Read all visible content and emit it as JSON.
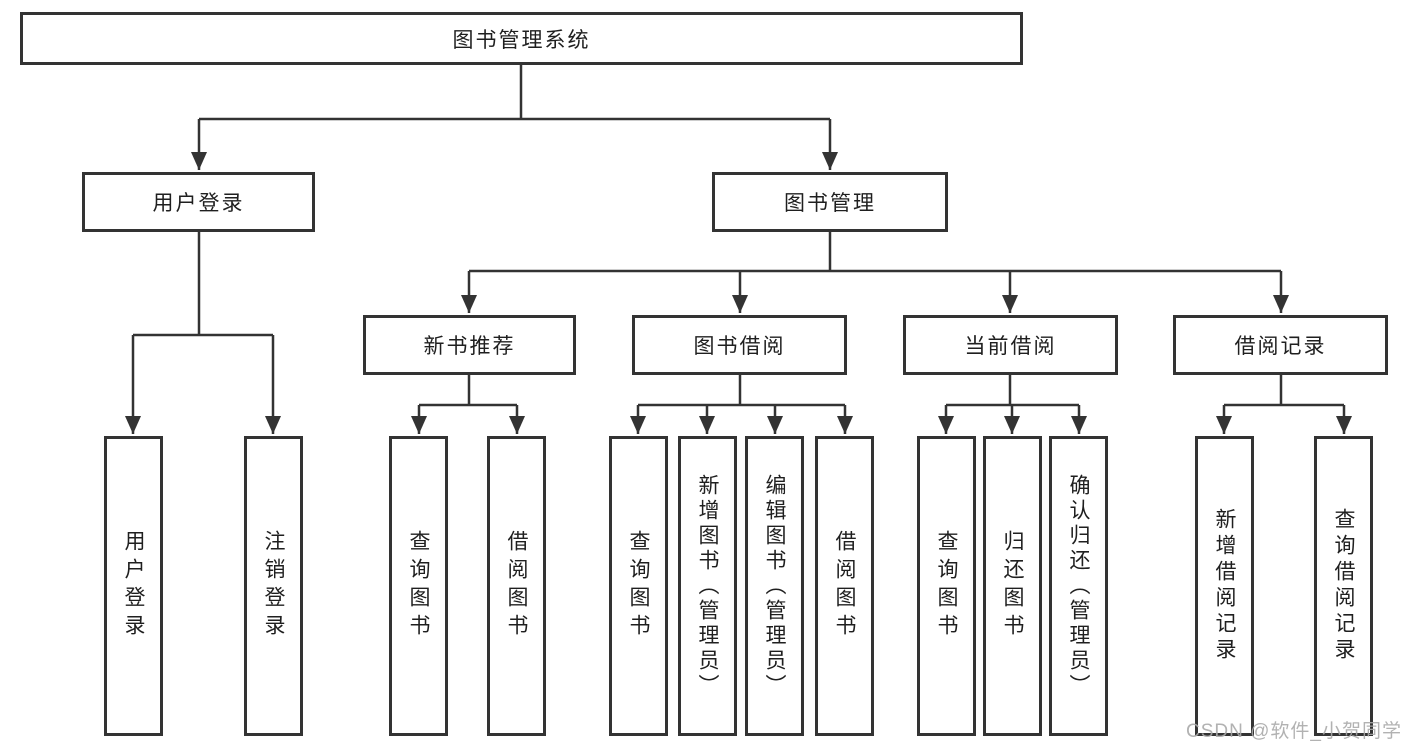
{
  "diagram": {
    "root": {
      "label": "图书管理系统"
    },
    "branches": [
      {
        "label": "用户登录",
        "children": [
          {
            "label": "用户登录"
          },
          {
            "label": "注销登录"
          }
        ]
      },
      {
        "label": "图书管理",
        "children": [
          {
            "label": "新书推荐",
            "children": [
              {
                "label": "查询图书"
              },
              {
                "label": "借阅图书"
              }
            ]
          },
          {
            "label": "图书借阅",
            "children": [
              {
                "label": "查询图书"
              },
              {
                "label": "新增图书（管理员）"
              },
              {
                "label": "编辑图书（管理员）"
              },
              {
                "label": "借阅图书"
              }
            ]
          },
          {
            "label": "当前借阅",
            "children": [
              {
                "label": "查询图书"
              },
              {
                "label": "归还图书"
              },
              {
                "label": "确认归还（管理员）"
              }
            ]
          },
          {
            "label": "借阅记录",
            "children": [
              {
                "label": "新增借阅记录"
              },
              {
                "label": "查询借阅记录"
              }
            ]
          }
        ]
      }
    ]
  },
  "watermark": {
    "text": "CSDN @软件_小贺同学"
  },
  "colors": {
    "line": "#333333",
    "box_border": "#333333",
    "text": "#1f1f1f",
    "background": "#ffffff",
    "watermark": "#aaaaaa"
  }
}
